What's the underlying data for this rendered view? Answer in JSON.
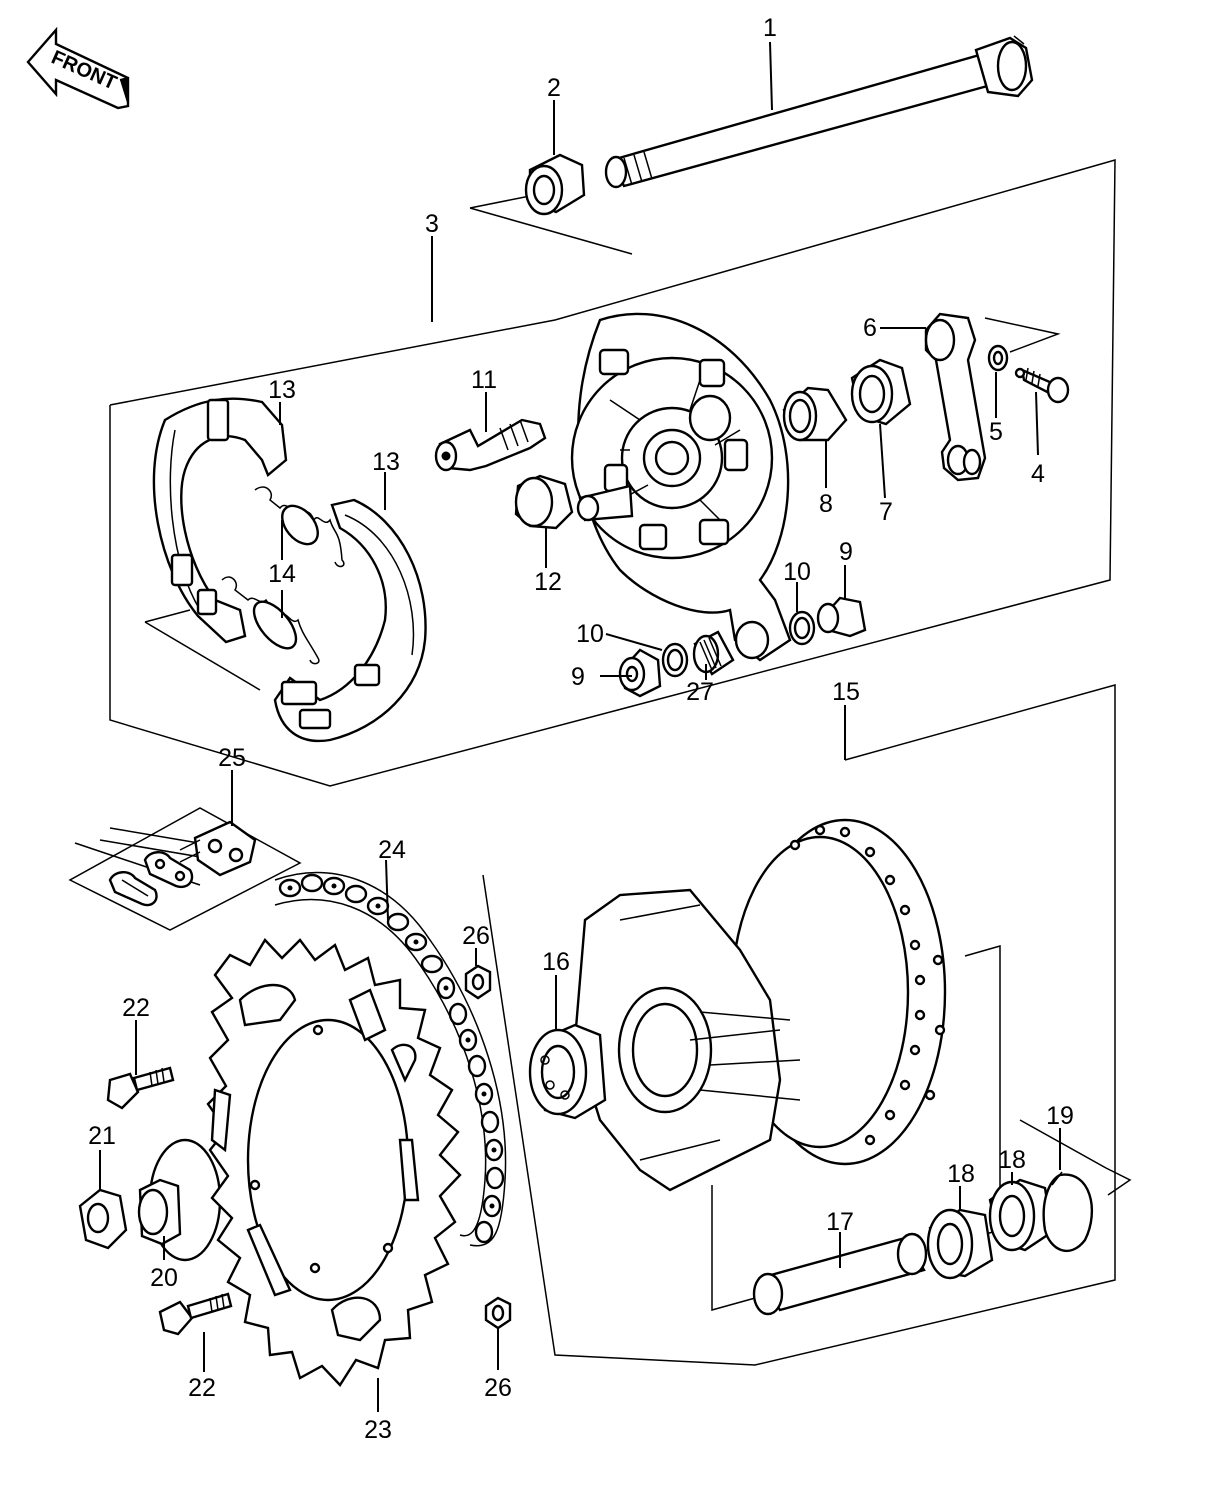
{
  "direction_arrow": {
    "label": "FRONT",
    "icon": "front-arrow-icon"
  },
  "part_labels": [
    {
      "id": "p1",
      "text": "1"
    },
    {
      "id": "p2",
      "text": "2"
    },
    {
      "id": "p3",
      "text": "3"
    },
    {
      "id": "p4",
      "text": "4"
    },
    {
      "id": "p5",
      "text": "5"
    },
    {
      "id": "p6",
      "text": "6"
    },
    {
      "id": "p7",
      "text": "7"
    },
    {
      "id": "p8",
      "text": "8"
    },
    {
      "id": "p9a",
      "text": "9"
    },
    {
      "id": "p9b",
      "text": "9"
    },
    {
      "id": "p10a",
      "text": "10"
    },
    {
      "id": "p10b",
      "text": "10"
    },
    {
      "id": "p11",
      "text": "11"
    },
    {
      "id": "p12",
      "text": "12"
    },
    {
      "id": "p13a",
      "text": "13"
    },
    {
      "id": "p13b",
      "text": "13"
    },
    {
      "id": "p14",
      "text": "14"
    },
    {
      "id": "p15",
      "text": "15"
    },
    {
      "id": "p16",
      "text": "16"
    },
    {
      "id": "p17",
      "text": "17"
    },
    {
      "id": "p18a",
      "text": "18"
    },
    {
      "id": "p18b",
      "text": "18"
    },
    {
      "id": "p19",
      "text": "19"
    },
    {
      "id": "p20",
      "text": "20"
    },
    {
      "id": "p21",
      "text": "21"
    },
    {
      "id": "p22a",
      "text": "22"
    },
    {
      "id": "p22b",
      "text": "22"
    },
    {
      "id": "p23",
      "text": "23"
    },
    {
      "id": "p24",
      "text": "24"
    },
    {
      "id": "p25",
      "text": "25"
    },
    {
      "id": "p26a",
      "text": "26"
    },
    {
      "id": "p26b",
      "text": "26"
    },
    {
      "id": "p27",
      "text": "27"
    }
  ]
}
